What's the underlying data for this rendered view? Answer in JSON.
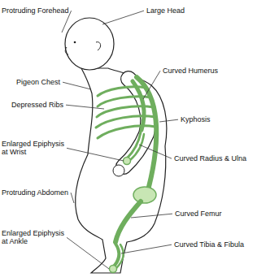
{
  "diagram": {
    "labels": [
      "Protruding Forehead",
      "Large Head",
      "Pigeon Chest",
      "Curved Humerus",
      "Depressed Ribs",
      "Kyphosis",
      "Enlarged Epiphysis at Wrist",
      "Curved Radius & Ulna",
      "Protruding Abdomen",
      "Curved Femur",
      "Enlarged Epiphysis at Ankle",
      "Curved Tibia & Fibula"
    ]
  }
}
